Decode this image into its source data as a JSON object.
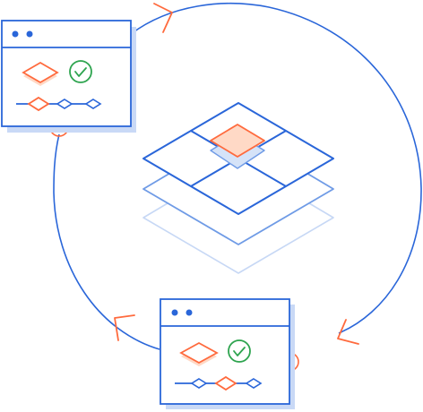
{
  "illustration": {
    "kind": "workflow-cycle",
    "colors": {
      "stroke_blue": "#2a66d9",
      "mid_blue": "#6f9be6",
      "light_blue": "#c7d8f5",
      "shadow_blue": "#c9d9f6",
      "accent_orange": "#ff6a3d",
      "orange_fill": "#ffd9c6",
      "check_green": "#2ea44f",
      "background": "#ffffff"
    },
    "windows": [
      {
        "name": "top-left-window",
        "icons": [
          "window-dot",
          "window-dot",
          "diamond-icon",
          "check-icon",
          "timeline-icon"
        ]
      },
      {
        "name": "bottom-window",
        "icons": [
          "window-dot",
          "window-dot",
          "diamond-icon",
          "check-icon",
          "timeline-icon"
        ]
      }
    ],
    "layers": 3,
    "cycle_arrows": 3
  }
}
